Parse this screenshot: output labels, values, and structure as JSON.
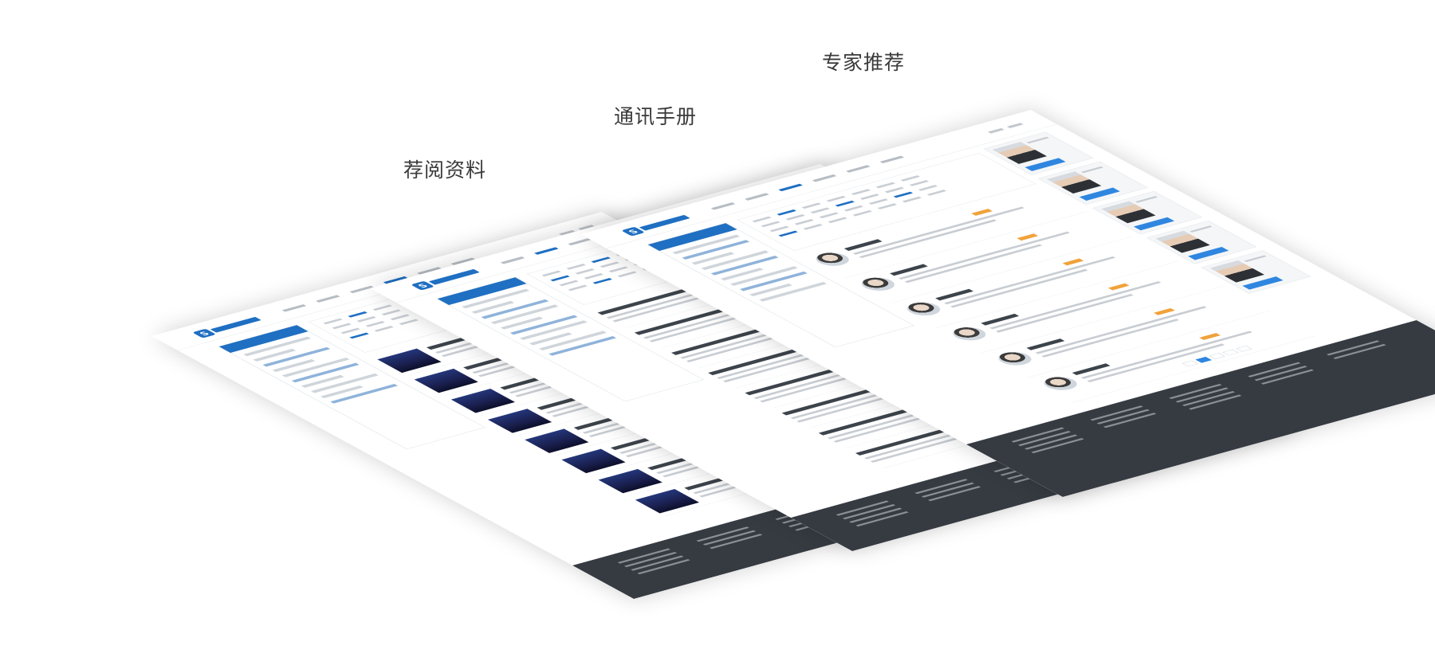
{
  "captions": [
    "荐阅资料",
    "通讯手册",
    "专家推荐"
  ]
}
